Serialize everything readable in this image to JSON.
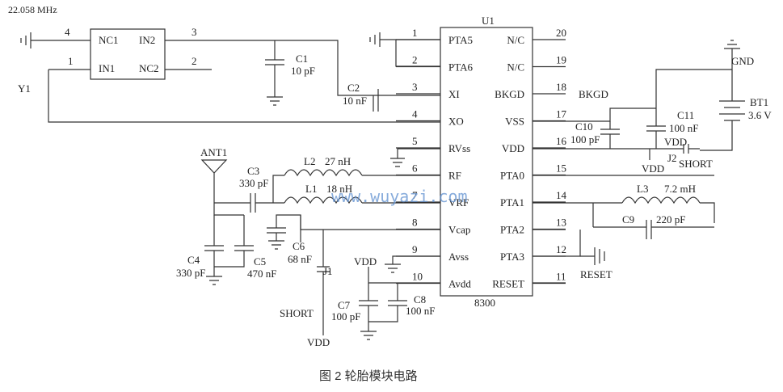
{
  "header_label": "22.058 MHz",
  "caption": "图 2  轮胎模块电路",
  "watermark": "www.wuyazi.com",
  "chip": {
    "ref": "U1",
    "part": "8300",
    "left_pins": [
      {
        "num": "1",
        "name": "PTA5"
      },
      {
        "num": "2",
        "name": "PTA6"
      },
      {
        "num": "3",
        "name": "XI"
      },
      {
        "num": "4",
        "name": "XO"
      },
      {
        "num": "5",
        "name": "RVss"
      },
      {
        "num": "6",
        "name": "RF"
      },
      {
        "num": "7",
        "name": "VRF"
      },
      {
        "num": "8",
        "name": "Vcap"
      },
      {
        "num": "9",
        "name": "Avss"
      },
      {
        "num": "10",
        "name": "Avdd"
      }
    ],
    "right_pins": [
      {
        "num": "20",
        "name": "N/C"
      },
      {
        "num": "19",
        "name": "N/C"
      },
      {
        "num": "18",
        "name": "BKGD"
      },
      {
        "num": "17",
        "name": "VSS"
      },
      {
        "num": "16",
        "name": "VDD"
      },
      {
        "num": "15",
        "name": "PTA0"
      },
      {
        "num": "14",
        "name": "PTA1"
      },
      {
        "num": "13",
        "name": "PTA2"
      },
      {
        "num": "12",
        "name": "PTA3"
      },
      {
        "num": "11",
        "name": "RESET"
      }
    ]
  },
  "crystal": {
    "ref": "Y1",
    "pins": [
      "NC1",
      "IN2",
      "IN1",
      "NC2"
    ],
    "nums": [
      "4",
      "3",
      "1",
      "2"
    ]
  },
  "net_labels": {
    "bkgd": "BKGD",
    "gnd": "GND",
    "vdd_a": "VDD",
    "vdd_b": "VDD",
    "vdd_c": "VDD",
    "vdd_d": "VDD",
    "short_a": "SHORT",
    "short_b": "SHORT",
    "reset": "RESET",
    "ant": "ANT1"
  },
  "components": {
    "c1": {
      "ref": "C1",
      "value": "10 pF"
    },
    "c2": {
      "ref": "C2",
      "value": "10 nF"
    },
    "c3": {
      "ref": "C3",
      "value": "330 pF"
    },
    "c4": {
      "ref": "C4",
      "value": "330 pF"
    },
    "c5": {
      "ref": "C5",
      "value": "470 nF"
    },
    "c6": {
      "ref": "C6",
      "value": "68 nF"
    },
    "c7": {
      "ref": "C7",
      "value": "100 pF"
    },
    "c8": {
      "ref": "C8",
      "value": "100 nF"
    },
    "c9": {
      "ref": "C9",
      "value": "220 pF"
    },
    "c10": {
      "ref": "C10",
      "value": "100 pF"
    },
    "c11": {
      "ref": "C11",
      "value": "100 nF"
    },
    "l1": {
      "ref": "L1",
      "value": "18 nH"
    },
    "l2": {
      "ref": "L2",
      "value": "27 nH"
    },
    "l3": {
      "ref": "L3",
      "value": "7.2 mH"
    },
    "bt1": {
      "ref": "BT1",
      "value": "3.6 V"
    },
    "j1": {
      "ref": "J1"
    },
    "j2": {
      "ref": "J2"
    }
  }
}
